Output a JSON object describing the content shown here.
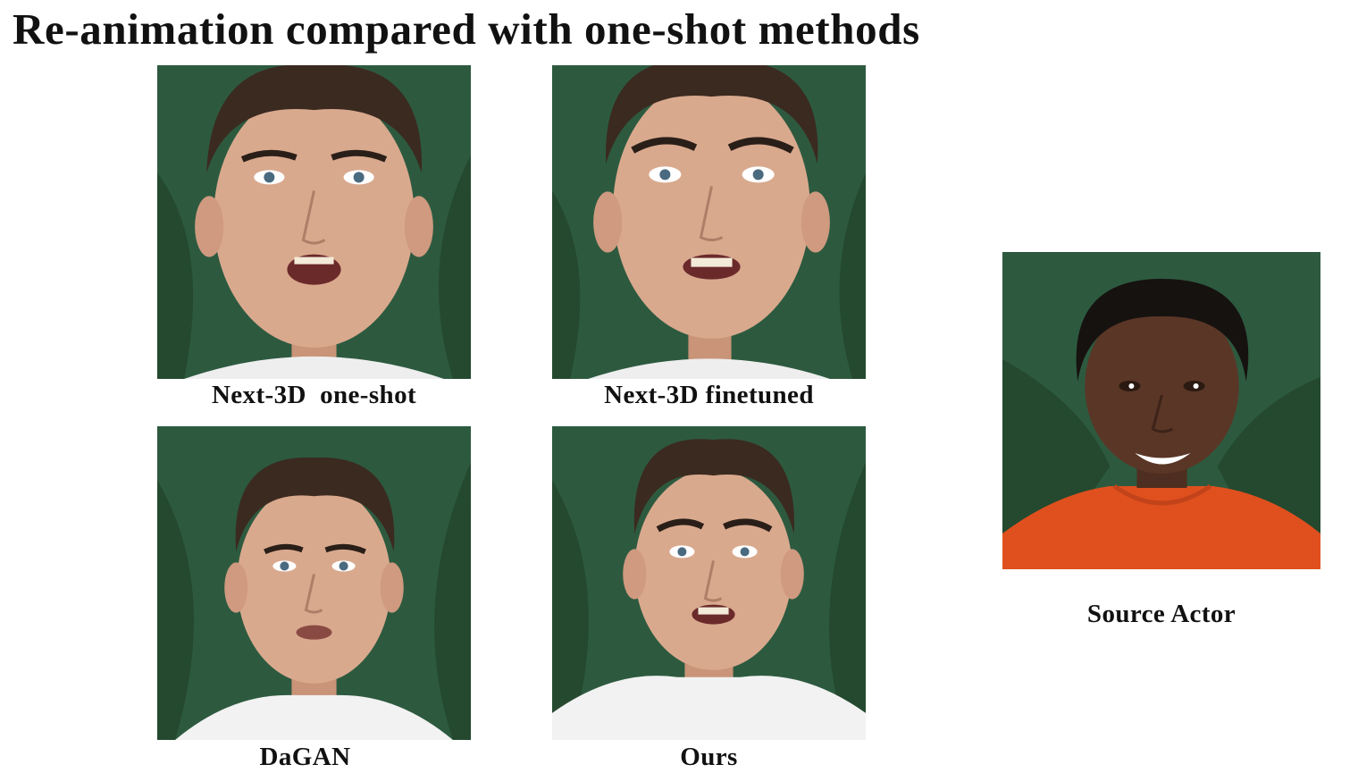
{
  "title": "Re-animation compared with one-shot methods",
  "panels": [
    {
      "caption": "Next-3D  one-shot"
    },
    {
      "caption": "Next-3D finetuned"
    },
    {
      "caption": "DaGAN"
    },
    {
      "caption": "Ours"
    },
    {
      "caption": "Source Actor"
    }
  ],
  "colors": {
    "backdrop": "#2d5a3f",
    "skin_target": "#d9a98e",
    "hair_target": "#3b2a20",
    "shirt_target": "#f2f2f2",
    "skin_source": "#5a3626",
    "hair_source": "#161210",
    "shirt_source": "#e0501e"
  }
}
